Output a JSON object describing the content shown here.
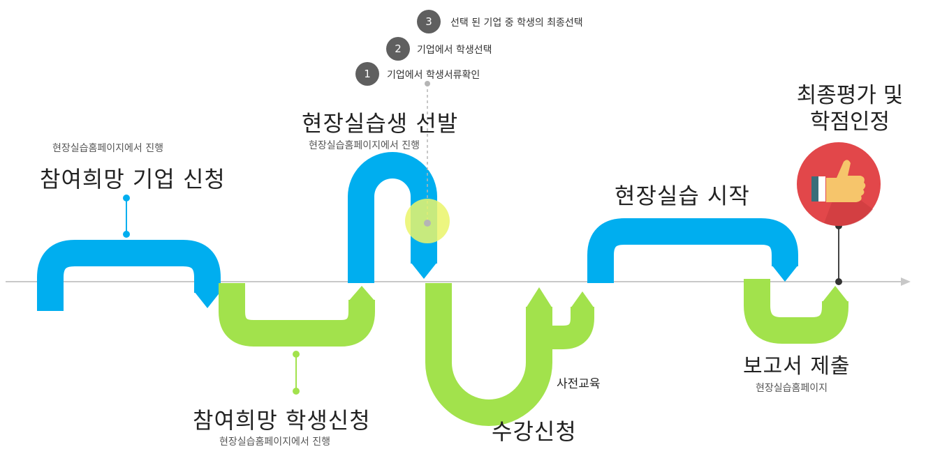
{
  "colors": {
    "blue": "#00aeef",
    "green": "#a2e24c",
    "axis": "#c8c8c8",
    "badge": "#5f5f5f",
    "thumb_circle": "#e2474a",
    "highlight": "#eaf56a"
  },
  "icons": {
    "final": "thumbs-up-icon"
  },
  "selection_steps": [
    {
      "num": "1",
      "text": "기업에서 학생서류확인"
    },
    {
      "num": "2",
      "text": "기업에서 학생선택"
    },
    {
      "num": "3",
      "text": "선택 된 기업 중 학생의 최종선택"
    }
  ],
  "stages": {
    "company_apply": {
      "title": "참여희망 기업 신청",
      "sub": "현장실습홈페이지에서 진행"
    },
    "student_apply": {
      "title": "참여희망 학생신청",
      "sub": "현장실습홈페이지에서 진행"
    },
    "selection": {
      "title": "현장실습생 선발",
      "sub": "현장실습홈페이지에서 진행"
    },
    "course": {
      "title": "수강신청"
    },
    "pre_edu": {
      "title": "사전교육"
    },
    "start": {
      "title": "현장실습 시작"
    },
    "report": {
      "title": "보고서 제출",
      "sub": "현장실습홈페이지"
    },
    "final": {
      "line1": "최종평가 및",
      "line2": "학점인정"
    }
  }
}
